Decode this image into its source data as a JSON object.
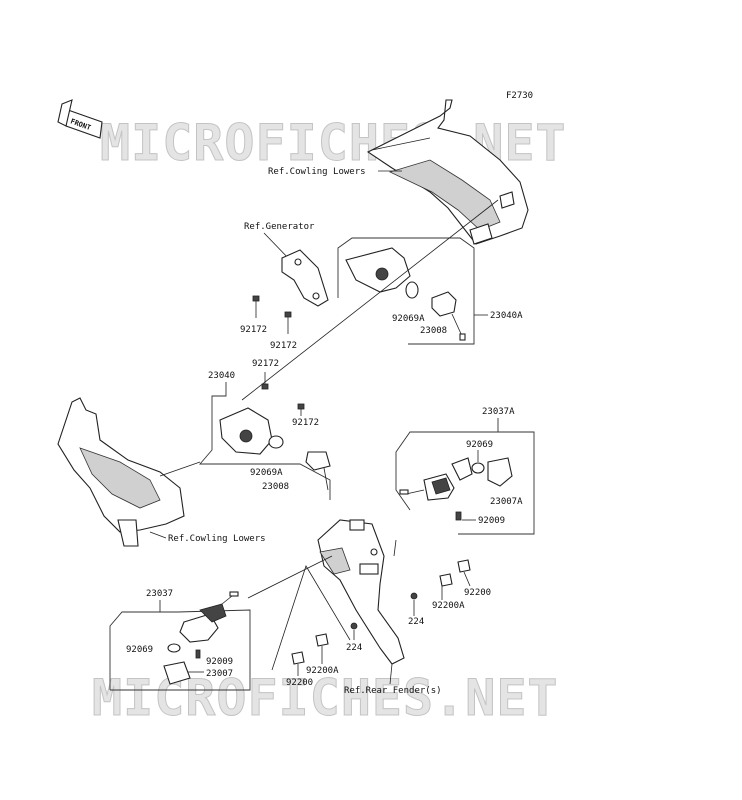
{
  "diagram_code": "F2730",
  "front_label": "FRONT",
  "watermark": "MICROFICHES.NET",
  "labels": {
    "ref_cowling_lowers_top": "Ref.Cowling Lowers",
    "ref_generator": "Ref.Generator",
    "p_92172_a": "92172",
    "p_92172_b": "92172",
    "p_92069a_a": "92069A",
    "p_23008_a": "23008",
    "p_23040a": "23040A",
    "p_23040": "23040",
    "p_92172_c": "92172",
    "p_92172_d": "92172",
    "p_92069a_b": "92069A",
    "p_23008_b": "23008",
    "ref_cowling_lowers_bottom": "Ref.Cowling Lowers",
    "p_23037a": "23037A",
    "p_92069_a": "92069",
    "p_23007a": "23007A",
    "p_92009_a": "92009",
    "p_92200_a": "92200",
    "p_92200a_a": "92200A",
    "p_224_a": "224",
    "p_23037": "23037",
    "p_92069_b": "92069",
    "p_92009_b": "92009",
    "p_23007": "23007",
    "p_224_b": "224",
    "p_92200a_b": "92200A",
    "p_92200_b": "92200",
    "ref_rear_fender": "Ref.Rear Fender(s)"
  }
}
